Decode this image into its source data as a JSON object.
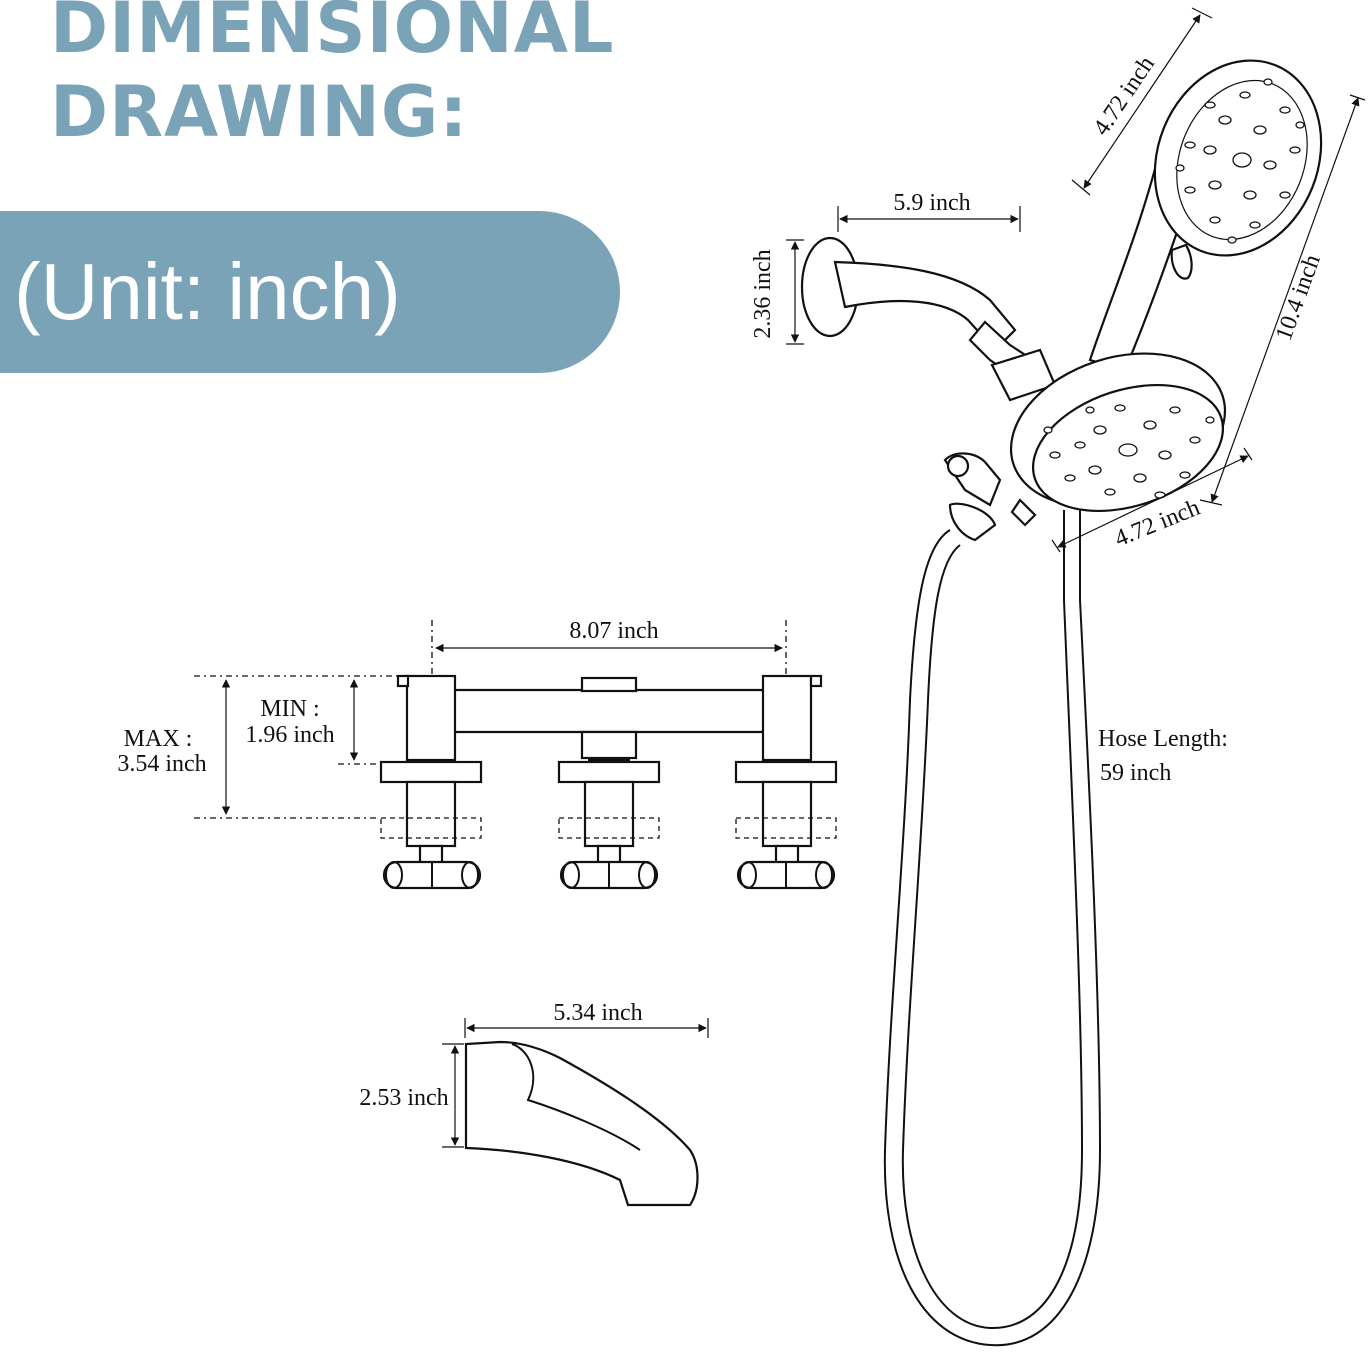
{
  "header": {
    "title_line1": "DIMENSIONAL",
    "title_line2": "DRAWING:",
    "unit_label": "(Unit: inch)"
  },
  "dimensions": {
    "handshower_width": "4.72 inch",
    "arm_length": "5.9 inch",
    "flange_height": "2.36 inch",
    "handshower_length": "10.4 inch",
    "showerhead_width": "4.72 inch",
    "valve_spread": "8.07 inch",
    "min_label": "MIN :",
    "min_value": "1.96 inch",
    "max_label": "MAX :",
    "max_value": "3.54 inch",
    "hose_label": "Hose Length:",
    "hose_value": "59  inch",
    "spout_length": "5.34 inch",
    "spout_height": "2.53 inch"
  },
  "colors": {
    "accent": "#7aa3b8",
    "line": "#111111",
    "background": "#ffffff"
  }
}
